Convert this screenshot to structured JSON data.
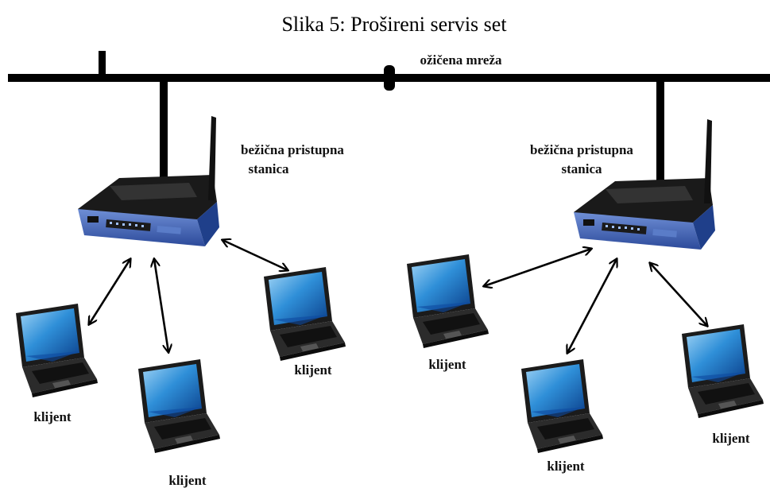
{
  "title": "Slika 5: Prošireni servis set",
  "wired_label": "ožičena mreža",
  "access_points": [
    {
      "line1": "bežična pristupna",
      "line2": "stanica",
      "clients": [
        "klijent",
        "klijent",
        "klijent"
      ]
    },
    {
      "line1": "bežična pristupna",
      "line2": "stanica",
      "clients": [
        "klijent",
        "klijent",
        "klijent"
      ]
    }
  ],
  "colors": {
    "router_blue": "#3f5fb2",
    "router_black": "#1a1a1a",
    "screen_blue": "#2f8fd8",
    "wire": "#000000"
  }
}
